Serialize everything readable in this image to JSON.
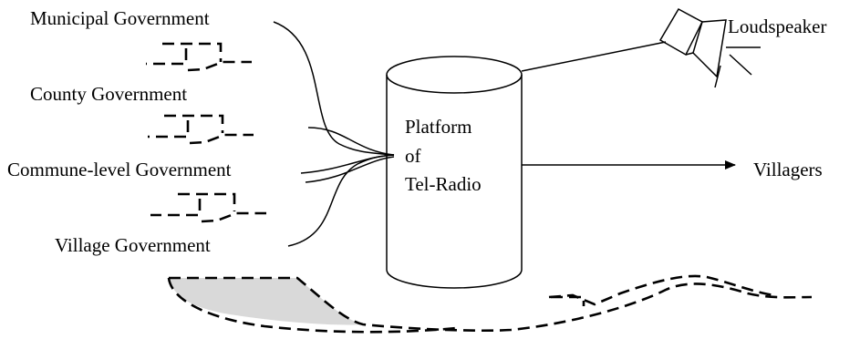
{
  "levels": [
    {
      "label": "Municipal Government"
    },
    {
      "label": "County Government"
    },
    {
      "label": "Commune-level Government"
    },
    {
      "label": "Village Government"
    }
  ],
  "platform": {
    "line1": "Platform",
    "line2": "of",
    "line3": "Tel-Radio"
  },
  "outputs": {
    "loudspeaker": "Loudspeaker",
    "villagers": "Villagers"
  },
  "colors": {
    "stroke": "#000000",
    "region_fill": "#d9d9d9",
    "background": "#ffffff"
  }
}
